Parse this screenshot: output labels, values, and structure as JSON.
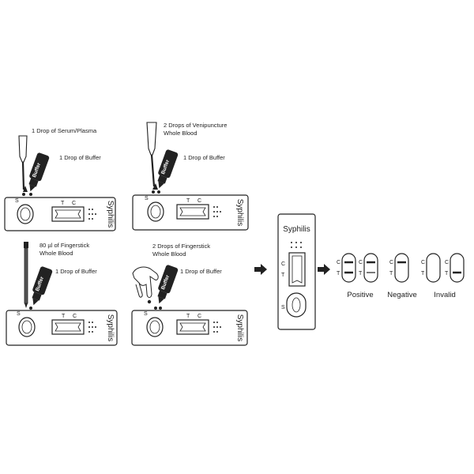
{
  "steps": [
    {
      "label_lines": [
        "1 Drop of Serum/Plasma"
      ],
      "buffer_label": "1 Drop of Buffer",
      "bottle_text": "Buffer"
    },
    {
      "label_lines": [
        "2 Drops of Venipuncture",
        "Whole Blood"
      ],
      "buffer_label": "1 Drop of Buffer",
      "bottle_text": "Buffer"
    },
    {
      "label_lines": [
        "80 µl of Fingerstick",
        "Whole Blood"
      ],
      "buffer_label": "1 Drop of Buffer",
      "bottle_text": "Buffer"
    },
    {
      "label_lines": [
        "2 Drops of Fingerstick",
        "Whole Blood"
      ],
      "buffer_label": "1 Drop of Buffer",
      "bottle_text": "Buffer"
    }
  ],
  "cassette": {
    "brand": "Syphilis",
    "well_letter": "S",
    "t_letter": "T",
    "c_letter": "C"
  },
  "results": {
    "positive": "Positive",
    "negative": "Negative",
    "invalid": "Invalid",
    "c_letter": "C",
    "t_letter": "T"
  },
  "colors": {
    "ink": "#222222",
    "background": "#ffffff"
  }
}
